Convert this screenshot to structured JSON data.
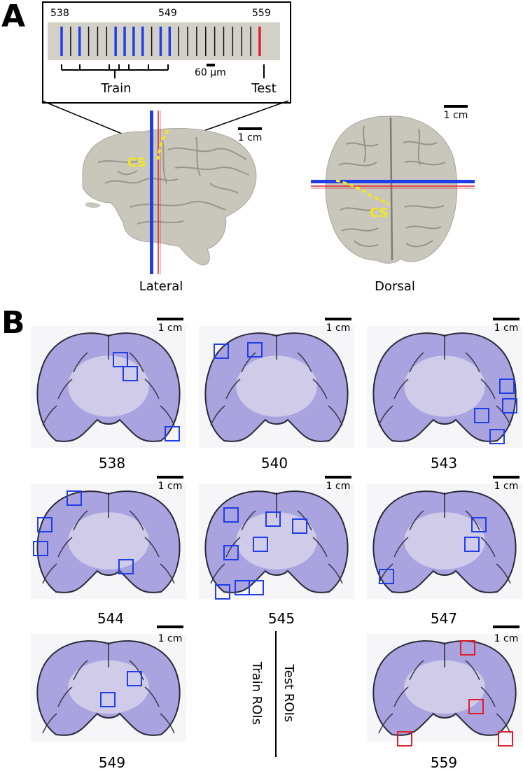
{
  "panels": {
    "a_letter": "A",
    "b_letter": "B"
  },
  "inset": {
    "start_num": "538",
    "mid_num": "549",
    "end_num": "559",
    "scale_label": "60 µm",
    "train_label": "Train",
    "test_label": "Test"
  },
  "brain_views": {
    "lateral_label": "Lateral",
    "dorsal_label": "Dorsal",
    "sulcus_label": "CS",
    "scale_label": "1 cm"
  },
  "sections": [
    {
      "label": "538",
      "scale": "1 cm"
    },
    {
      "label": "540",
      "scale": "1 cm"
    },
    {
      "label": "543",
      "scale": "1 cm"
    },
    {
      "label": "544",
      "scale": "1 cm"
    },
    {
      "label": "545",
      "scale": "1 cm"
    },
    {
      "label": "547",
      "scale": "1 cm"
    },
    {
      "label": "549",
      "scale": "1 cm"
    },
    {
      "label": "559",
      "scale": "1 cm"
    }
  ],
  "legend": {
    "train_rois": "Train ROIs",
    "test_rois": "Test ROIs"
  },
  "colors": {
    "train": "#1f3ee8",
    "test": "#e0202a",
    "sulcus": "#f2e81c",
    "brain": "#c9c6bc",
    "tissue": "#a9a3e0",
    "inset_bg": "#d3d0c8"
  }
}
